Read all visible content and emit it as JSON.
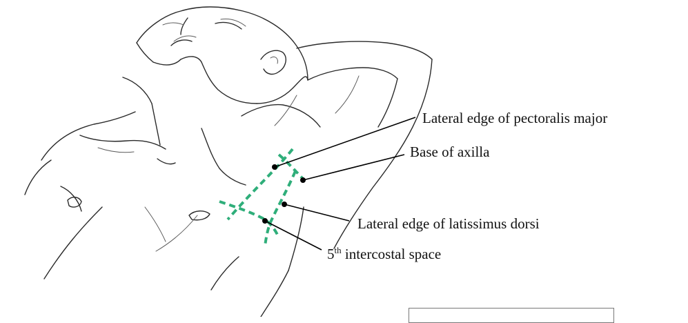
{
  "labels": {
    "pectoralis": "Lateral edge of pectoralis major",
    "axilla": "Base of axilla",
    "latissimus": "Lateral edge of latissimus dorsi",
    "intercostal_number": "5",
    "intercostal_suffix": "th",
    "intercostal_text": " intercostal space"
  },
  "colors": {
    "marking": "#2fae7a",
    "sketch": "#2a2a2a",
    "leader": "#000000"
  }
}
